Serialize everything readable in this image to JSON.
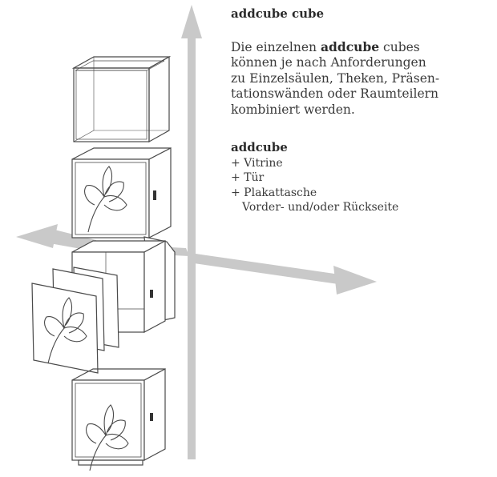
{
  "heading": "addcube cube",
  "description": {
    "lines": [
      [
        "Die einzelnen ",
        "addcube",
        " cubes"
      ],
      "können je nach Anforderungen",
      "zu Einzelsäulen, Theken, Präsen-",
      "tationswänden oder Raumteilern",
      "kombiniert werden."
    ]
  },
  "options": {
    "title": "addcube",
    "items": [
      "+ Vitrine",
      "+ Tür",
      "+ Plakattasche",
      "Vorder- und/oder Rückseite"
    ]
  },
  "colors": {
    "arrow": "#c9c9c9",
    "line": "#4a4a4a",
    "text": "#3a3a3a"
  }
}
